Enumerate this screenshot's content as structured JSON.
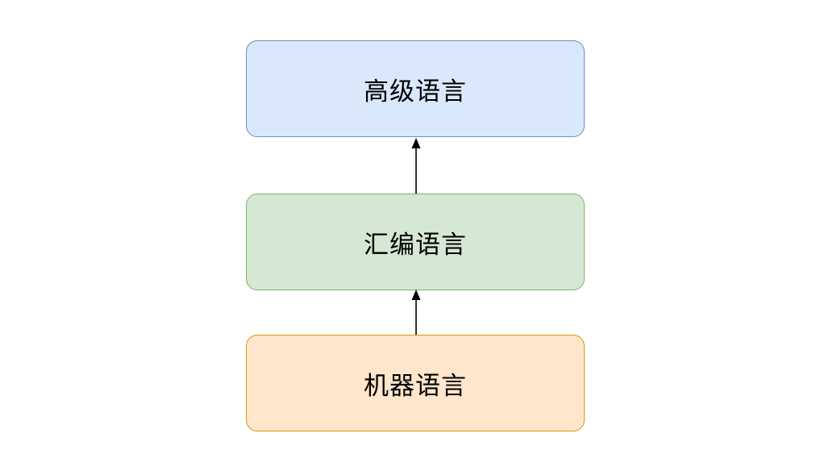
{
  "diagram": {
    "title": "",
    "background": "#ffffff",
    "stroke_color": "#000000",
    "nodes": [
      {
        "id": "high-level-language",
        "label": "高级语言",
        "fill": "#dae8fc",
        "border": "#6c8ebf"
      },
      {
        "id": "assembly-language",
        "label": "汇编语言",
        "fill": "#d5e8d4",
        "border": "#82b366"
      },
      {
        "id": "machine-language",
        "label": "机器语言",
        "fill": "#ffe6cc",
        "border": "#d79b00"
      }
    ],
    "edges": [
      {
        "from": "machine-language",
        "to": "assembly-language",
        "direction": "up",
        "style": "solid-arrow"
      },
      {
        "from": "assembly-language",
        "to": "high-level-language",
        "direction": "up",
        "style": "solid-arrow"
      }
    ]
  }
}
